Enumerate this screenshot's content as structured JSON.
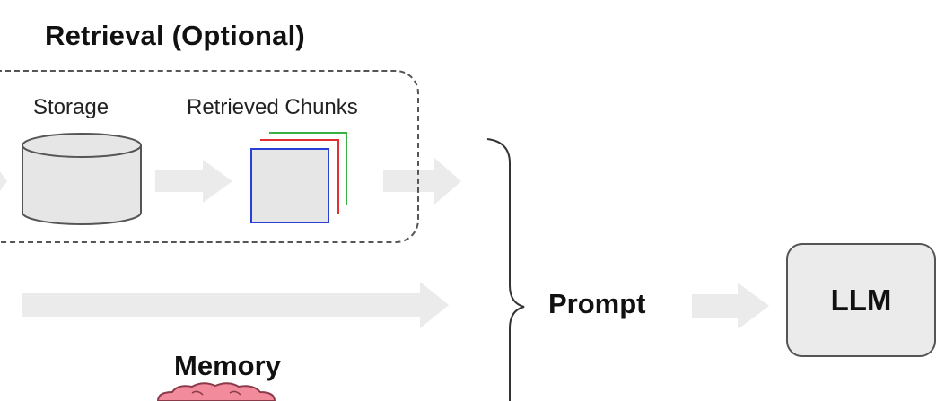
{
  "retrieval": {
    "title": "Retrieval (Optional)",
    "storage_label": "Storage",
    "chunks_label": "Retrieved Chunks",
    "chunk_colors": [
      "#3cb043",
      "#e03030",
      "#2a3fd6"
    ]
  },
  "prompt_label": "Prompt",
  "llm_label": "LLM",
  "memory_label": "Memory",
  "colors": {
    "arrow": "#ebebeb",
    "cylinder_fill": "#e6e6e6",
    "stroke": "#555555",
    "brain_fill": "#f28b9c"
  }
}
